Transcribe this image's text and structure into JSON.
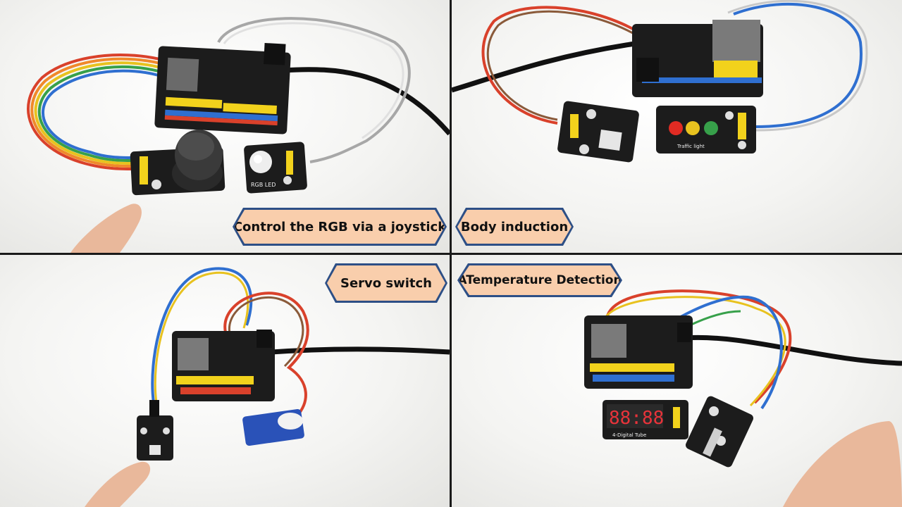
{
  "scene": {
    "description_free": true
  },
  "captions": {
    "top_left": "Control the RGB via a joystick",
    "top_right": "Body induction",
    "bottom_left": "Servo switch",
    "bottom_right": "ATemperature  Detection"
  },
  "board_labels": {
    "rgb_module": "RGB LED",
    "traffic_module": "Traffic light",
    "display_module": "4-Digital Tube",
    "display_digits": "88:88"
  },
  "colors": {
    "caption_fill": "#f9ceac",
    "caption_border": "#2d4f86",
    "pcb": "#1c1c1c",
    "header_yellow": "#f2d21c",
    "wire_red": "#d9412b",
    "wire_yellow": "#e8c21f",
    "wire_blue": "#2f6fd0",
    "wire_green": "#37a04a"
  }
}
